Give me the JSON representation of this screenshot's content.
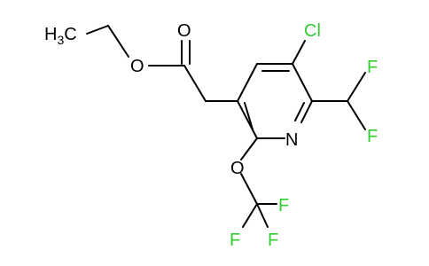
{
  "structure": {
    "atoms": {
      "ch3": {
        "main": "H",
        "sub": "3",
        "tail": "C"
      },
      "ester_O": "O",
      "carbonyl_O": "O",
      "Cl": "Cl",
      "F1": "F",
      "F2": "F",
      "N": "N",
      "ether_O": "O",
      "F3": "F",
      "F4": "F",
      "F5": "F"
    },
    "colors": {
      "bond": "#000000",
      "heteroatom": "#000000",
      "halogen": "#33cc33"
    }
  }
}
